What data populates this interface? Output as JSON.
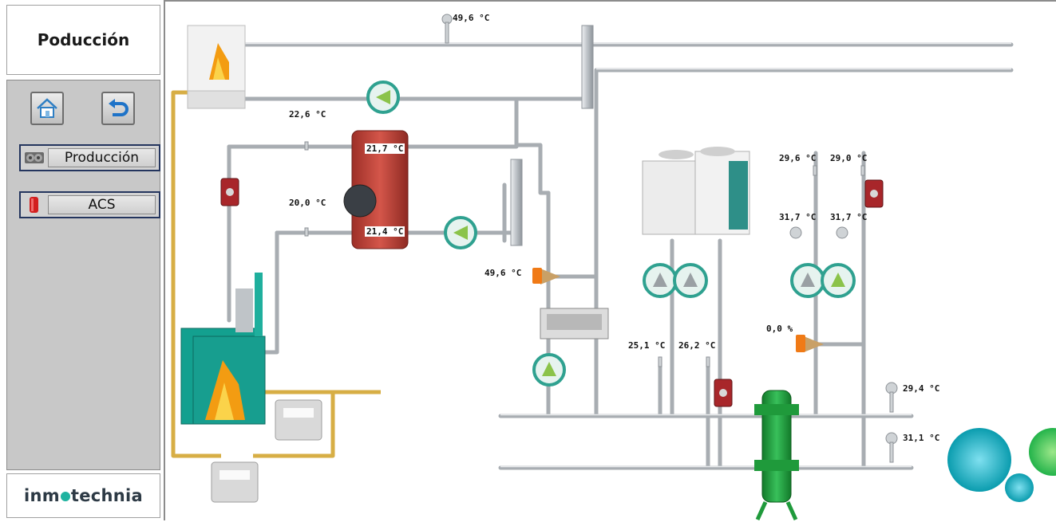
{
  "sidebar": {
    "title": "Poducción",
    "home_icon": "home-icon",
    "back_icon": "back-arrow-icon",
    "nav": [
      {
        "label": "Producción",
        "icon": "chiller-icon"
      },
      {
        "label": "ACS",
        "icon": "tank-icon"
      }
    ],
    "logo": {
      "part1": "inm",
      "part2": "technia"
    }
  },
  "readings": {
    "supply_top": "49,6 °C",
    "dhw_supply": "22,6 °C",
    "dhw_return": "20,0 °C",
    "tank_top": "21,7 °C",
    "tank_bottom": "21,4 °C",
    "mix_valve_left": "49,6 °C",
    "chiller_out": "25,1 °C",
    "chiller_in": "26,2 °C",
    "right_a": "29,6 °C",
    "right_b": "29,0 °C",
    "right_c": "31,7 °C",
    "right_d": "31,7 °C",
    "valve_pct": "0,0 %",
    "collector_top": "29,4 °C",
    "collector_bottom": "31,1 °C"
  },
  "colors": {
    "pipe": "#c9cdd1",
    "pipe_gas": "#d9b14a",
    "tank": "#c2473c",
    "boiler": "#149c8e",
    "separator": "#1f9a3b",
    "pump_ring": "#2fa190",
    "valve": "#b0262a",
    "actuator": "#f07a16"
  }
}
